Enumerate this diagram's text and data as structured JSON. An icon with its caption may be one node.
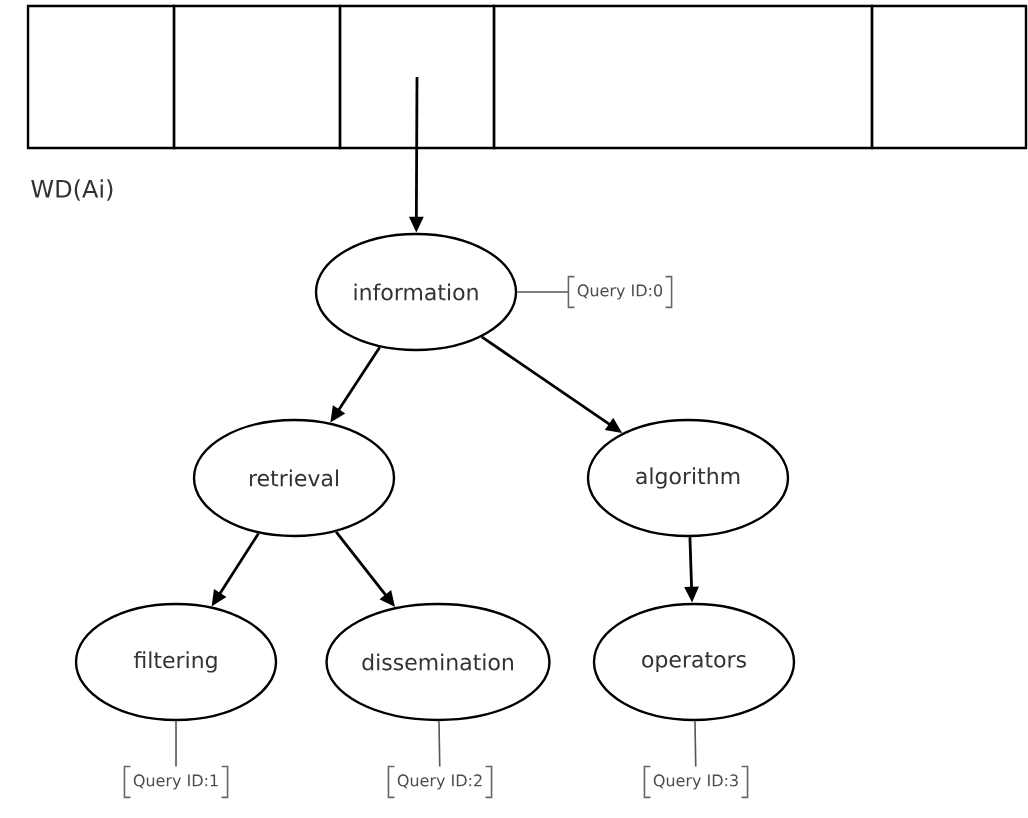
{
  "diagram": {
    "nodes": [
      {
        "text": [],
        "shape": "box"
      },
      {
        "text": [],
        "shape": "box"
      },
      {
        "text": [],
        "shape": "box"
      },
      {
        "text": [],
        "shape": "box"
      },
      {
        "text": [],
        "shape": "box"
      },
      {
        "text": [
          "information"
        ]
      },
      {
        "text": [
          "retrieval"
        ]
      },
      {
        "text": [
          "algorithm"
        ]
      },
      {
        "text": [
          "filtering"
        ]
      },
      {
        "text": [
          "dissemination"
        ]
      },
      {
        "text": [
          "operators"
        ]
      },
      {
        "text": [
          "Query ID:0"
        ]
      },
      {
        "text": [
          "Query ID:1"
        ]
      },
      {
        "text": [
          "Query ID:2"
        ]
      },
      {
        "text": [
          "Query ID:3"
        ]
      }
    ],
    "edges": [
      {
        "from": 2,
        "to": 5,
        "arrow": "to"
      },
      {
        "from": 5,
        "to": 6,
        "arrow": "to"
      },
      {
        "from": 5,
        "to": 7,
        "arrow": "to"
      },
      {
        "from": 6,
        "to": 8,
        "arrow": "to"
      },
      {
        "from": 6,
        "to": 9,
        "arrow": "to"
      },
      {
        "from": 7,
        "to": 10,
        "arrow": "to"
      },
      {
        "from": 5,
        "to": 11,
        "arrow": "none",
        "color": "#555555"
      },
      {
        "from": 8,
        "to": 12,
        "arrow": "none",
        "color": "#555555"
      },
      {
        "from": 9,
        "to": 13,
        "arrow": "none",
        "color": "#555555"
      },
      {
        "from": 10,
        "to": 14,
        "arrow": "none",
        "color": "#555555"
      }
    ],
    "labels": [
      "WD(Ai)"
    ]
  }
}
